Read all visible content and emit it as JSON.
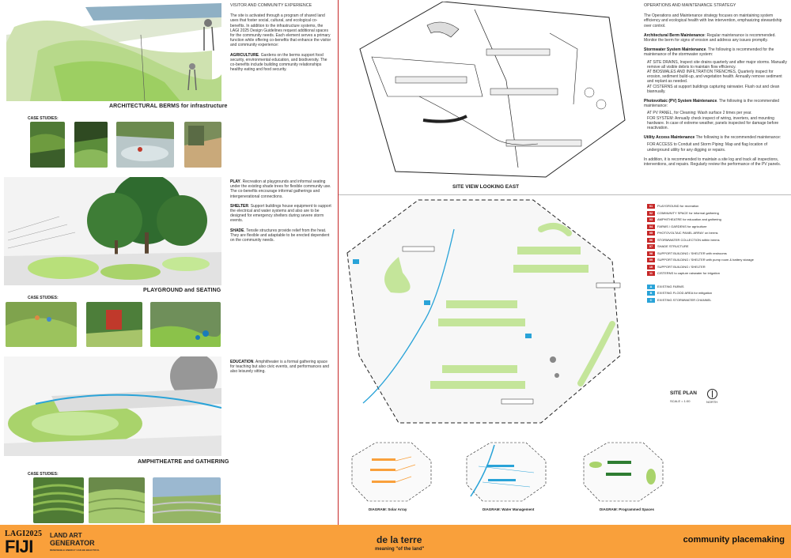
{
  "left": {
    "section1": {
      "caption": "ARCHITECTURAL BERMS for infrastructure",
      "case_label": "CASE STUDIES:",
      "heading": "VISITOR AND COMMUNITY EXPERIENCE",
      "intro": "The site is activated through a program of shared land uses that foster social, cultural, and ecological co-benefits. In addition to the infrastructure systems, the LAGI 2025 Design Guidelines request additional spaces for the community needs. Each element serves a primary function while offering co-benefits that enhance the visitor and community experience:",
      "agri_title": "AGRICULTURE",
      "agri_text": ". Gardens on the berms support food security, environmental education, and biodiversity. The co-benefits include building community relationships healthy eating and food security."
    },
    "section2": {
      "caption": "PLAYGROUND and SEATING",
      "case_label": "CASE STUDIES:",
      "play_title": "PLAY",
      "play_text": ". Recreation at playgrounds and informal seating under the existing shade trees for flexible community use. The co-benefits encourage informal gatherings and intergenerational connections.",
      "shelter_title": "SHELTER",
      "shelter_text": ". Support buildings house equipment to support the electrical and water systems and also are to be designed for emergency shelters during severe storm events.",
      "shade_title": "SHADE",
      "shade_text": ". Tensile structures provide relief from the heat. They are flexible and adaptable to be erected dependent on the community needs."
    },
    "section3": {
      "caption": "AMPHITHEATRE and GATHERING",
      "case_label": "CASE STUDIES:",
      "edu_title": "EDUCATION",
      "edu_text": ". Amphitheater is a formal gathering space for teaching but also civic events, and performances and also leisurely sitting."
    }
  },
  "right": {
    "heading": "OPERATIONS AND MAINTENANCE STRATEGY",
    "intro": "The Operations and Maintenance strategy focuses on maintaining system efficiency and ecological health with low intervention, emphasizing stewardship over control.",
    "berm_title": "Architectural Berm Maintenance",
    "berm_text": ": Regular maintenance is recommended. Monitor the berm for signs of erosion and address any issues promptly.",
    "storm_title": "Stormwater System Maintenance",
    "storm_text": ". The following is recommended for the maintenance of the stormwater system:",
    "storm_items": [
      "AT SITE DRAINS, Inspect site drains quarterly and after major storms. Manually remove all visible debris to maintain flow efficiency.",
      "AT BIOSWALES AND INFILTRATION TRENCHES, Quarterly inspect for erosion, sediment build-up, and vegetation health. Annually remove sediment and replant as needed.",
      "AT CISTERNS at support buildings capturing rainwater. Flush out and clean biannually."
    ],
    "pv_title": "Photovoltaic (PV) System Maintenance",
    "pv_text": ". The following is the recommended maintenance:",
    "pv_items": [
      "AT PV PANEL, for Cleaning: Wash surface 2 times per year.",
      "FOR SYSTEM: Annually check inspect of wiring, inverters, and mounting hardware. In case of extreme weather, panels inspected for damage before reactivation."
    ],
    "util_title": "Utility Access Maintenance",
    "util_text": " The following is the recommended maintenance:",
    "util_item": "FOR ACCESS to Conduit and Storm Piping: Map and flag location of underground utility for any digging or repairs.",
    "closing": "In addition, it is recommended to maintain a site log and track all inspections, interventions, and repairs. Regularly  review the performance of the PV panels.",
    "site_view_label": "SITE VIEW LOOKING EAST",
    "site_plan_label": "SITE PLAN",
    "scale": "SCALE = 1:00",
    "north": "NORTH",
    "legend": [
      {
        "code": "01",
        "text": "PLAYGROUND for recreation"
      },
      {
        "code": "02",
        "text": "COMMUNITY SPACE for informal gathering"
      },
      {
        "code": "03",
        "text": "AMPHITHEATRE for education and gathering"
      },
      {
        "code": "04",
        "text": "FARMS / GARDENS for agriculture"
      },
      {
        "code": "05",
        "text": "PHOTOVOLTAIC PANEL ARRAY on berms"
      },
      {
        "code": "06",
        "text": "STORMWATER COLLECTION within berms"
      },
      {
        "code": "07",
        "text": "SHADE STRUCTURE"
      },
      {
        "code": "08",
        "text": "SUPPORT BUILDING / SHELTER with restrooms"
      },
      {
        "code": "09",
        "text": "SUPPORT BUILDING / SHELTER with pump room & battery storage"
      },
      {
        "code": "10",
        "text": "SUPPORT BUILDING / SHELTER"
      },
      {
        "code": "11",
        "text": "CISTERNS to capture rainwater for irrigation"
      }
    ],
    "legend_existing": [
      {
        "code": "A",
        "text": "EXISTING FARMS"
      },
      {
        "code": "B",
        "text": "EXISTING FLOOD AREA for mitigation"
      },
      {
        "code": "C",
        "text": "EXISTING STORMWATER CHANNEL"
      }
    ],
    "diagrams": [
      "DIAGRAM: Solar Array",
      "DIAGRAM: Water Management",
      "DIAGRAM: Programmed Spaces"
    ]
  },
  "footer": {
    "lagi": "LAGI2025",
    "fiji": "FIJI",
    "line1": "LAND ART",
    "line2": "GENERATOR",
    "line3": "RENEWABLE ENERGY CAN BE BEAUTIFUL",
    "title": "de la terre",
    "subtitle": "meaning \"of the land\"",
    "right": "community placemaking"
  },
  "colors": {
    "accent": "#f9a03b",
    "red": "#c62828",
    "blue": "#29a3d8",
    "green": "#a9d36b"
  }
}
